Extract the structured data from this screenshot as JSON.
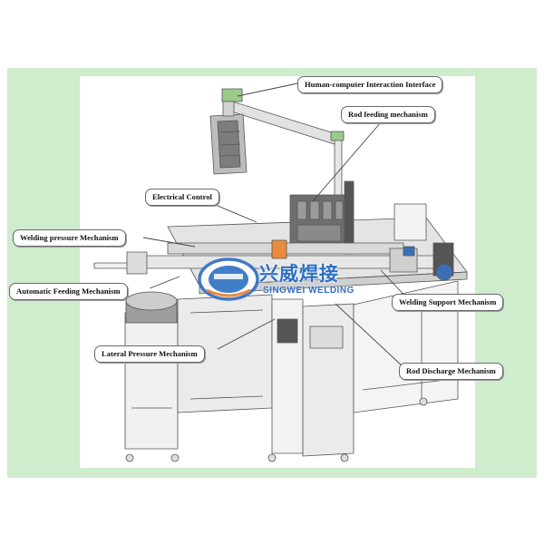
{
  "labels": {
    "hci": "Human-computer Interaction Interface",
    "rod_feeding": "Rod feeding mechanism",
    "electrical": "Electrical  Control",
    "welding_pressure": "Welding pressure Mechanism",
    "auto_feeding": "Automatic Feeding Mechanism",
    "welding_support": "Welding Support Mechanism",
    "lateral_pressure": "Lateral Pressure Mechanism",
    "rod_discharge": "Rod Discharge Mechanism"
  },
  "logo": {
    "cn_text": "兴威焊接",
    "en_text": "SINGWEI WELDING",
    "color": "#2e6fc2"
  },
  "colors": {
    "frame_bg": "#cfeccd",
    "line": "#555555",
    "accent_green": "#8ac27a",
    "accent_blue": "#3b6fb5",
    "accent_orange": "#e98b3c"
  }
}
